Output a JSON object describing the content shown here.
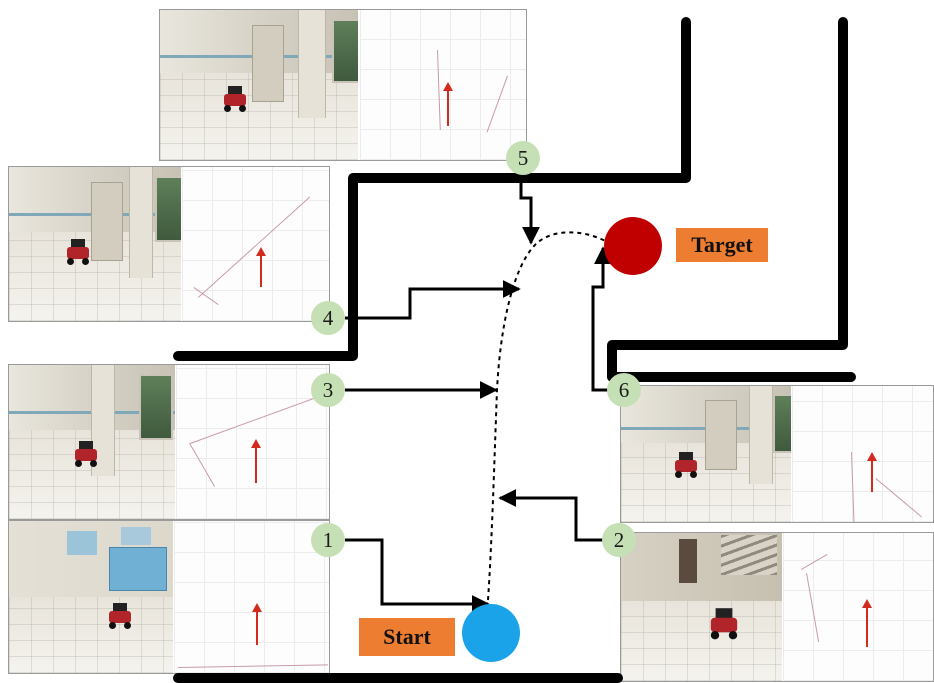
{
  "markers": {
    "start": "Start",
    "target": "Target"
  },
  "steps": [
    "1",
    "2",
    "3",
    "4",
    "5",
    "6"
  ],
  "colors": {
    "start_circle": "#1aa3e8",
    "target_circle": "#c00000",
    "label_fill": "#ed7d31",
    "step_fill": "#c5e0b4",
    "wall": "#000000",
    "heading_arrow": "#d32a1e"
  },
  "icons": {
    "robot": "robot-icon",
    "heading": "heading-arrow-icon"
  }
}
